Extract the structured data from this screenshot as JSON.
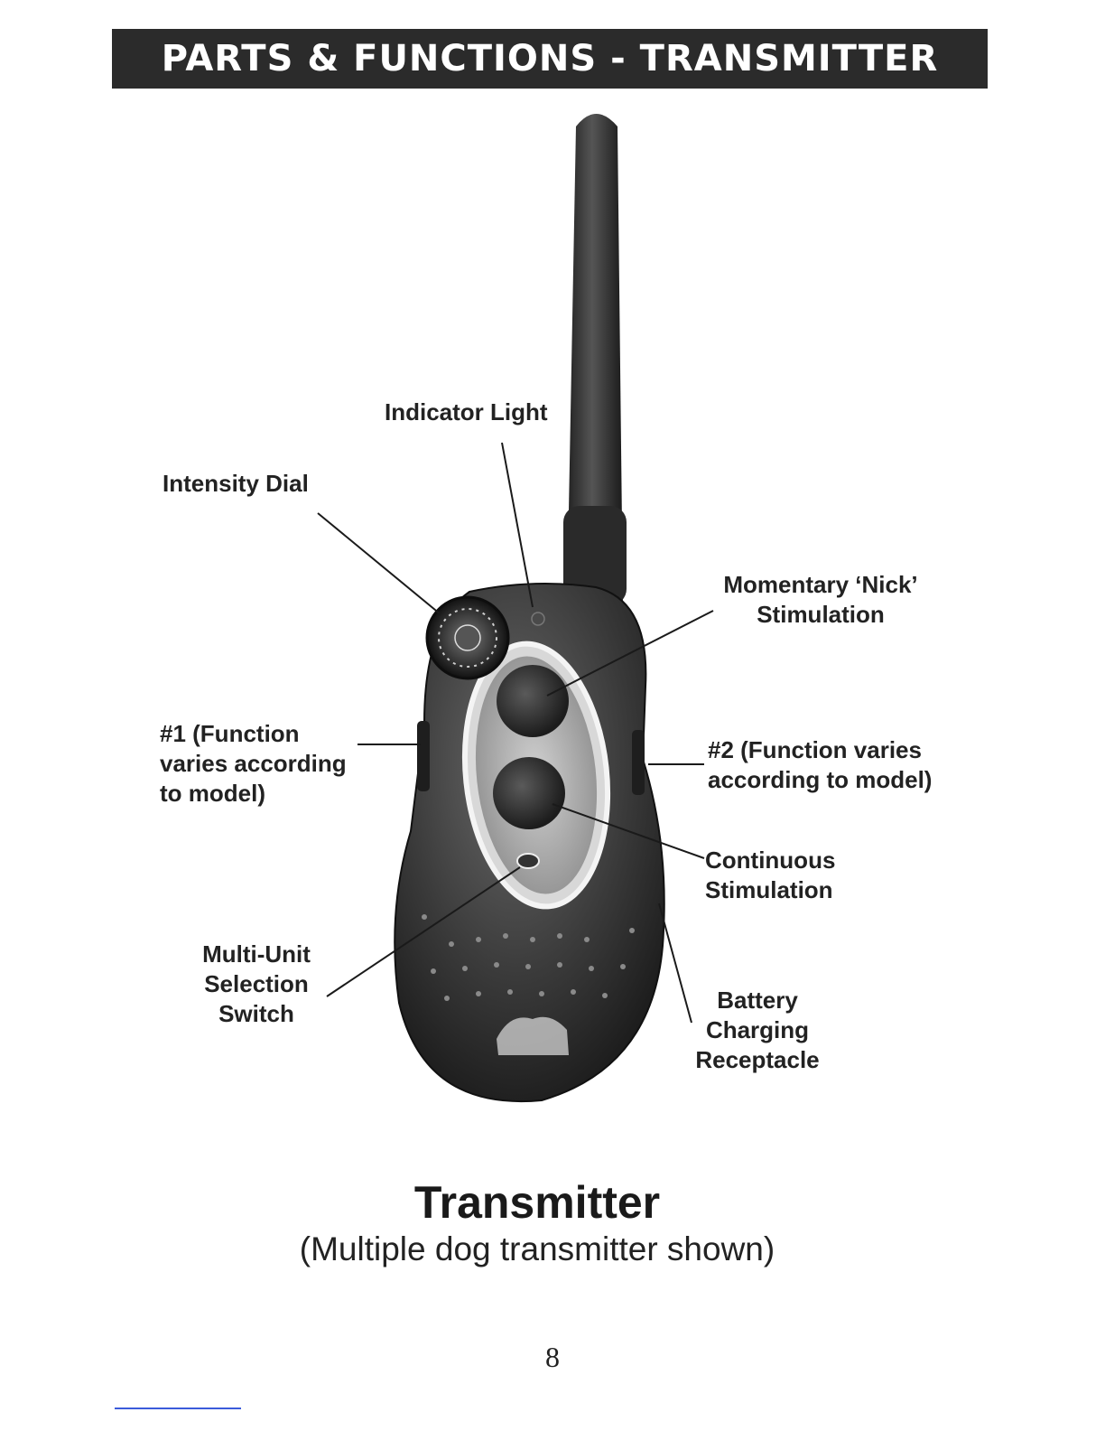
{
  "header": {
    "title": "PARTS & FUNCTIONS - TRANSMITTER"
  },
  "callouts": {
    "indicator_light": [
      "Indicator Light"
    ],
    "intensity_dial": [
      "Intensity Dial"
    ],
    "momentary_nick": [
      "Momentary ‘Nick’",
      "Stimulation"
    ],
    "button_1": [
      "#1 (Function",
      "varies  according",
      "to model)"
    ],
    "button_2": [
      "#2 (Function varies",
      "according to model)"
    ],
    "continuous": [
      "Continuous",
      "Stimulation"
    ],
    "multi_unit": [
      "Multi-Unit",
      "Selection",
      "Switch"
    ],
    "battery": [
      "Battery",
      "Charging",
      "Receptacle"
    ]
  },
  "caption": {
    "title": "Transmitter",
    "subtitle": "(Multiple dog transmitter shown)"
  },
  "page_number": "8",
  "colors": {
    "header_bg": "#2b2b2b",
    "header_text": "#ffffff",
    "device_body": "#3a3a3a",
    "panel": "#b8b8b8",
    "footer_rule": "#3b5bdb"
  }
}
